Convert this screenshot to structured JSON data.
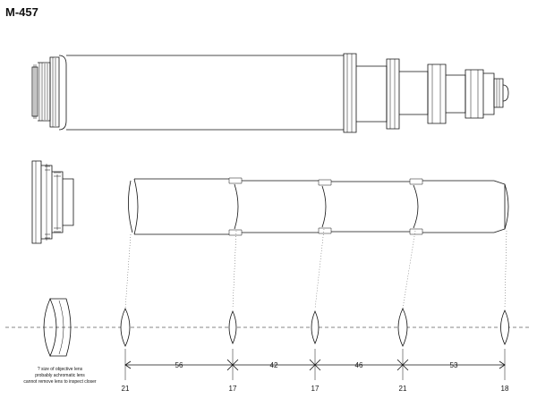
{
  "title": "M-457",
  "lens_diameters": [
    "21",
    "17",
    "17",
    "21",
    "18"
  ],
  "spacings": [
    "56",
    "42",
    "46",
    "53"
  ],
  "note_lines": [
    "? size of objective lens",
    "probably achromatic lens",
    "cannot remove lens to inspect closer"
  ]
}
